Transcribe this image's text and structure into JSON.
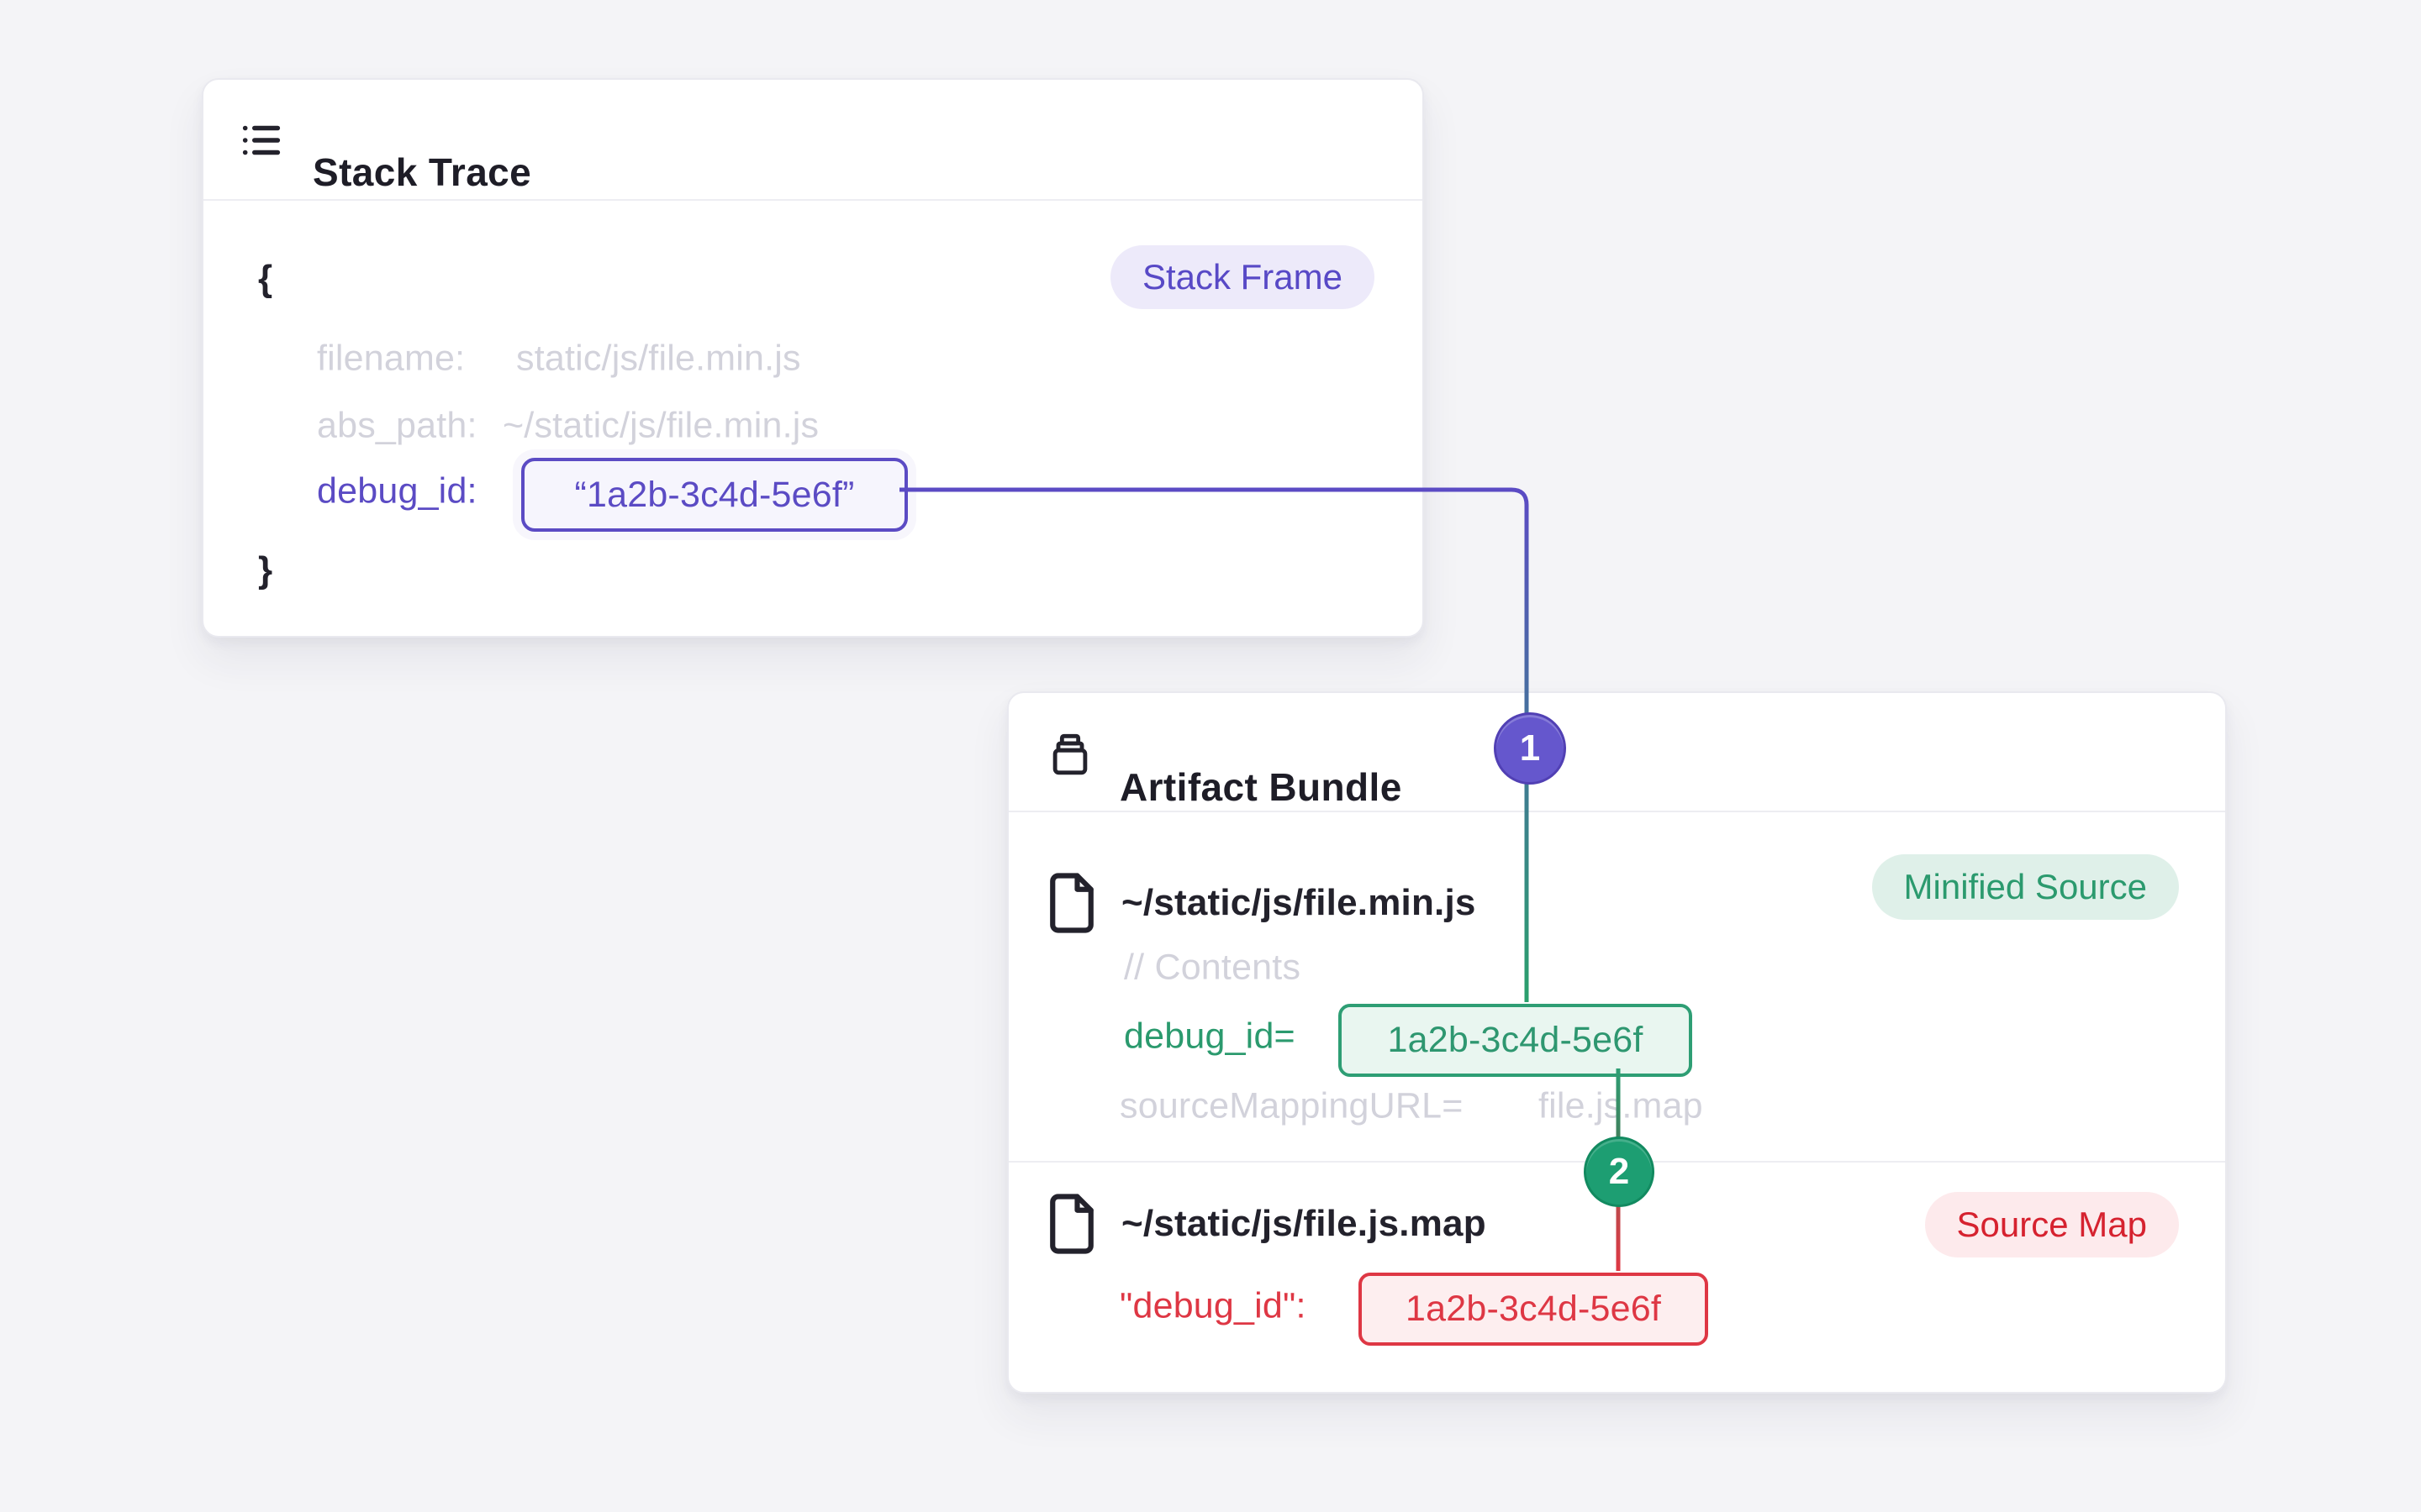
{
  "stack_trace": {
    "title": "Stack Trace",
    "badge": "Stack Frame",
    "brace_open": "{",
    "brace_close": "}",
    "filename_key": "filename:",
    "filename_value": "static/js/file.min.js",
    "abs_path_key": "abs_path:",
    "abs_path_value": "~/static/js/file.min.js",
    "debug_id_key": "debug_id:",
    "debug_id_value": "“1a2b-3c4d-5e6f”"
  },
  "artifact_bundle": {
    "title": "Artifact Bundle",
    "minified": {
      "filename": "~/static/js/file.min.js",
      "badge": "Minified Source",
      "comment": "// Contents",
      "debug_key": "debug_id=",
      "debug_value": "1a2b-3c4d-5e6f",
      "mapping_key": "sourceMappingURL=",
      "mapping_value": "file.js.map"
    },
    "sourcemap": {
      "filename": "~/static/js/file.js.map",
      "badge": "Source Map",
      "debug_key": "\"debug_id\":",
      "debug_value": "1a2b-3c4d-5e6f"
    }
  },
  "markers": {
    "step1": "1",
    "step2": "2"
  },
  "colors": {
    "page_bg": "#f4f4f7",
    "ink": "#1e1d27",
    "muted_text": "#d2d2db",
    "purple": "#5b4bc4",
    "green": "#2e9e74",
    "red": "#de3744",
    "marker1_fill": "#6557cd",
    "marker2_fill": "#1d9e72",
    "badge_purple_bg": "#edeafa",
    "badge_green_bg": "#dff0e9",
    "badge_red_bg": "#fdeaec"
  }
}
